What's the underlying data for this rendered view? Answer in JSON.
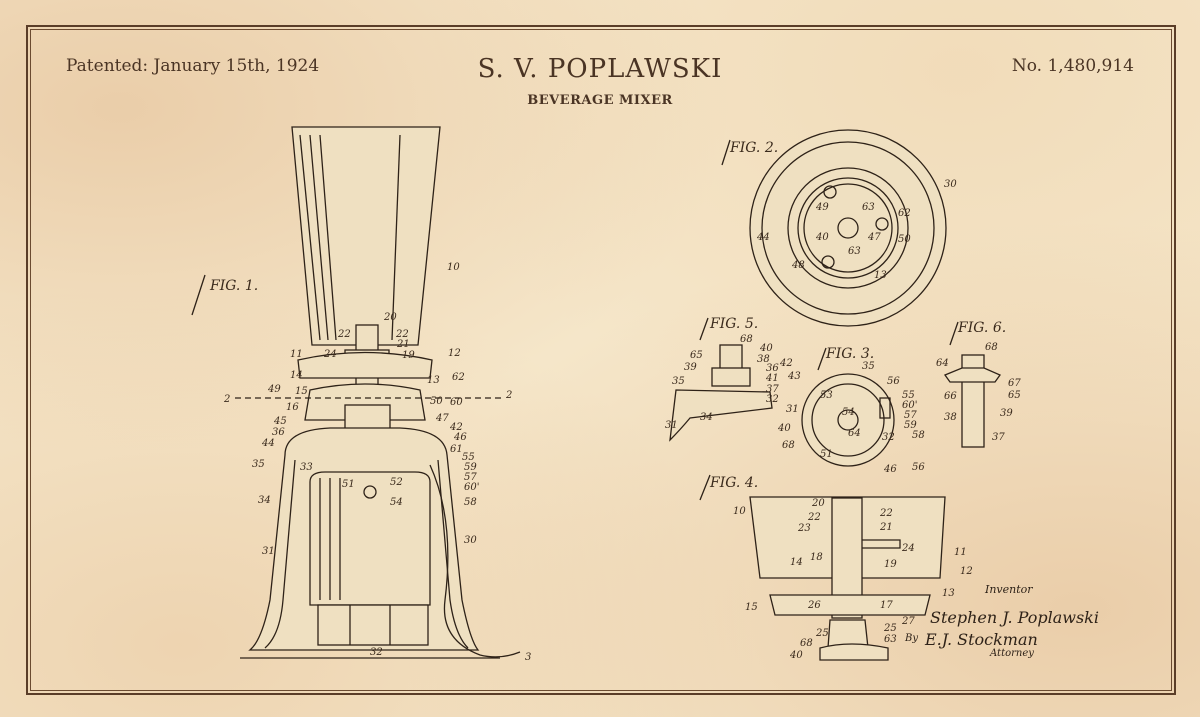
{
  "header": {
    "patented": "Patented: January 15th, 1924",
    "inventor": "S. V. POPLAWSKI",
    "title": "BEVERAGE MIXER",
    "number": "No. 1,480,914"
  },
  "figures": {
    "fig1": "FIG. 1.",
    "fig2": "FIG. 2.",
    "fig3": "FIG. 3.",
    "fig4": "FIG. 4.",
    "fig5": "FIG. 5.",
    "fig6": "FIG. 6."
  },
  "signature": {
    "inventor_label": "Inventor",
    "inventor_name": "Stephen J. Poplawski",
    "by": "By",
    "attorney_name": "E.J. Stockman",
    "attorney_label": "Attorney"
  },
  "colors": {
    "paper": "#f5e6c9",
    "ink": "#2e2218",
    "border": "#5a3d28"
  }
}
